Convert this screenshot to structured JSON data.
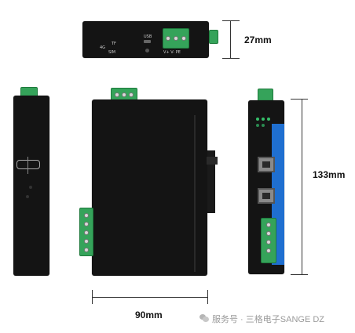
{
  "dimensions": {
    "height_top": "27mm",
    "height_side": "133mm",
    "width_front": "90mm"
  },
  "top_panel_labels": {
    "usb": "USB",
    "tf": "TF",
    "fourg": "4G",
    "sim": "SIM",
    "power": "V+  V-  PE"
  },
  "watermark": "服务号 · 三格电子SANGE DZ",
  "colors": {
    "device_body": "#141414",
    "terminal_green": "#35a35a",
    "side_blue": "#1f6fd0",
    "dim_line": "#333333"
  }
}
